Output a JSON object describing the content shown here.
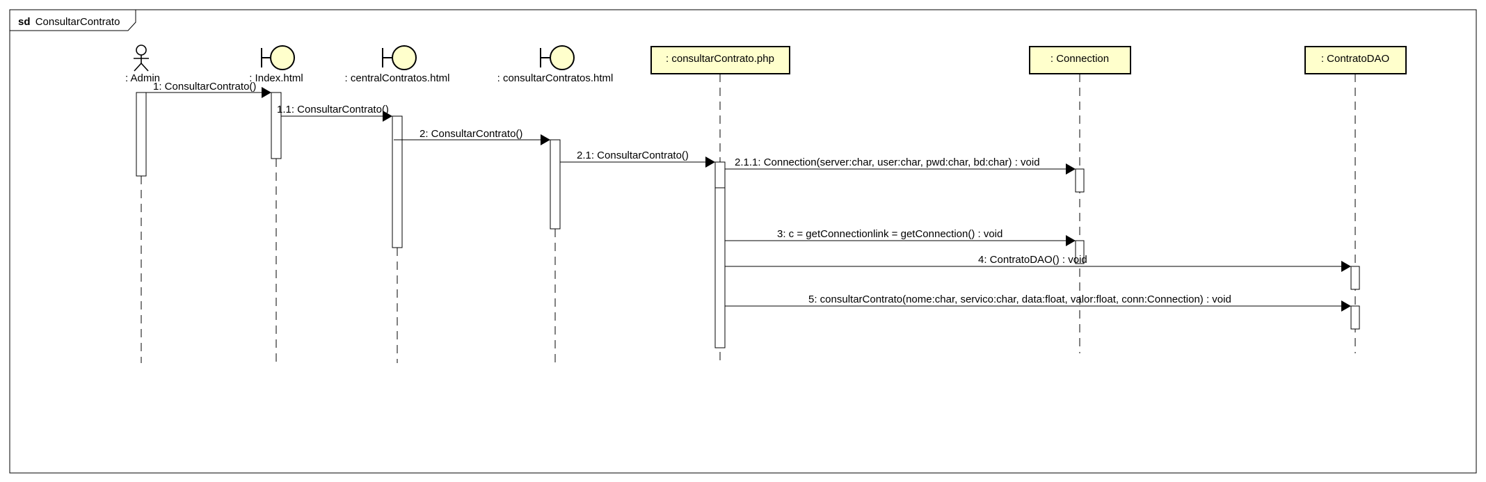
{
  "frame": {
    "keyword": "sd",
    "name": "ConsultarContrato"
  },
  "lifelines": [
    {
      "id": "admin",
      "label": ": Admin",
      "kind": "actor"
    },
    {
      "id": "index",
      "label": ": Index.html",
      "kind": "boundary"
    },
    {
      "id": "central",
      "label": ": centralContratos.html",
      "kind": "boundary"
    },
    {
      "id": "consultarHtml",
      "label": ": consultarContratos.html",
      "kind": "boundary"
    },
    {
      "id": "php",
      "label": ": consultarContrato.php",
      "kind": "class"
    },
    {
      "id": "connection",
      "label": ": Connection",
      "kind": "class"
    },
    {
      "id": "dao",
      "label": ": ContratoDAO",
      "kind": "class"
    }
  ],
  "messages": [
    {
      "label": "1: ConsultarContrato()",
      "from": "admin",
      "to": "index"
    },
    {
      "label": "1.1: ConsultarContrato()",
      "from": "index",
      "to": "central"
    },
    {
      "label": "2: ConsultarContrato()",
      "from": "central",
      "to": "consultarHtml"
    },
    {
      "label": "2.1: ConsultarContrato()",
      "from": "consultarHtml",
      "to": "php"
    },
    {
      "label": "2.1.1: Connection(server:char, user:char, pwd:char, bd:char) : void",
      "from": "php",
      "to": "connection"
    },
    {
      "label": "3: c = getConnectionlink = getConnection() : void",
      "from": "php",
      "to": "connection"
    },
    {
      "label": "4: ContratoDAO() : void",
      "from": "php",
      "to": "dao"
    },
    {
      "label": "5: consultarContrato(nome:char, servico:char, data:float, valor:float, conn:Connection) : void",
      "from": "php",
      "to": "dao"
    }
  ],
  "colors": {
    "line": "#000000",
    "class_fill": "#ffffcc",
    "boundary_fill": "#ffffcc",
    "activation_fill": "#ffffff",
    "background": "#ffffff"
  }
}
